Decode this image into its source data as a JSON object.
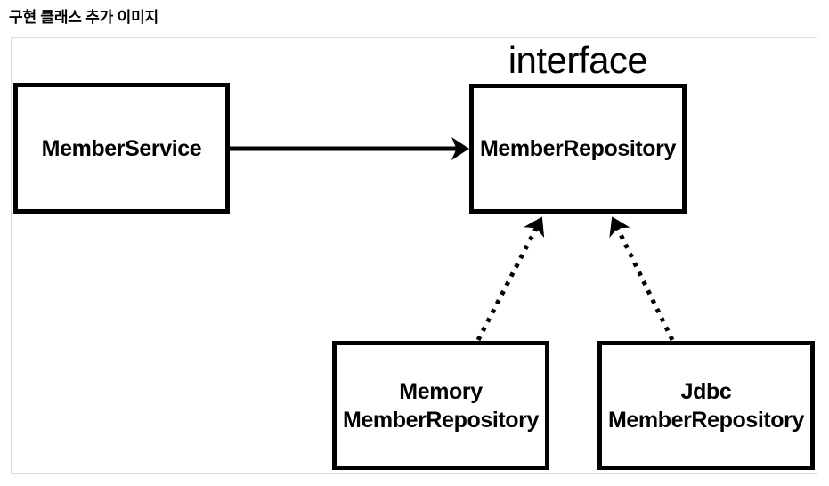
{
  "page": {
    "title": "구현 클래스 추가 이미지"
  },
  "diagram": {
    "interface_label": "interface",
    "nodes": {
      "member_service": {
        "label": "MemberService"
      },
      "member_repository": {
        "label": "MemberRepository"
      },
      "memory_member_repository": {
        "line1": "Memory",
        "line2": "MemberRepository"
      },
      "jdbc_member_repository": {
        "line1": "Jdbc",
        "line2": "MemberRepository"
      }
    },
    "edges": [
      {
        "from": "MemberService",
        "to": "MemberRepository",
        "style": "solid-arrow"
      },
      {
        "from": "Memory MemberRepository",
        "to": "MemberRepository",
        "style": "dotted-arrow"
      },
      {
        "from": "Jdbc MemberRepository",
        "to": "MemberRepository",
        "style": "dotted-arrow"
      }
    ],
    "colors": {
      "node_border": "#000000",
      "text": "#000000",
      "frame_border": "#d9d9d9",
      "background": "#ffffff"
    }
  }
}
